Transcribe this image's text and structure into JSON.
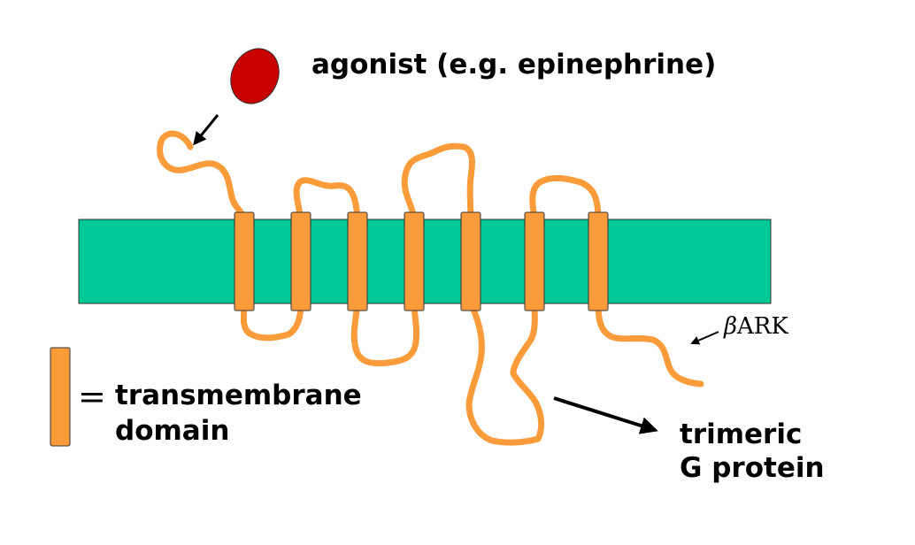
{
  "labels": {
    "agonist": "agonist (e.g. epinephrine)",
    "legend_equals": "=",
    "legend_line1": "transmembrane",
    "legend_line2": "domain",
    "bark_beta": "β",
    "bark_rest": "ARK",
    "gprotein_line1": "trimeric",
    "gprotein_line2": "G protein"
  },
  "colors": {
    "membrane": "#00c896",
    "transmembrane_domain": "#fb9b3a",
    "protein_chain": "#fb9b3a",
    "agonist": "#c80000",
    "arrow": "#000000"
  }
}
